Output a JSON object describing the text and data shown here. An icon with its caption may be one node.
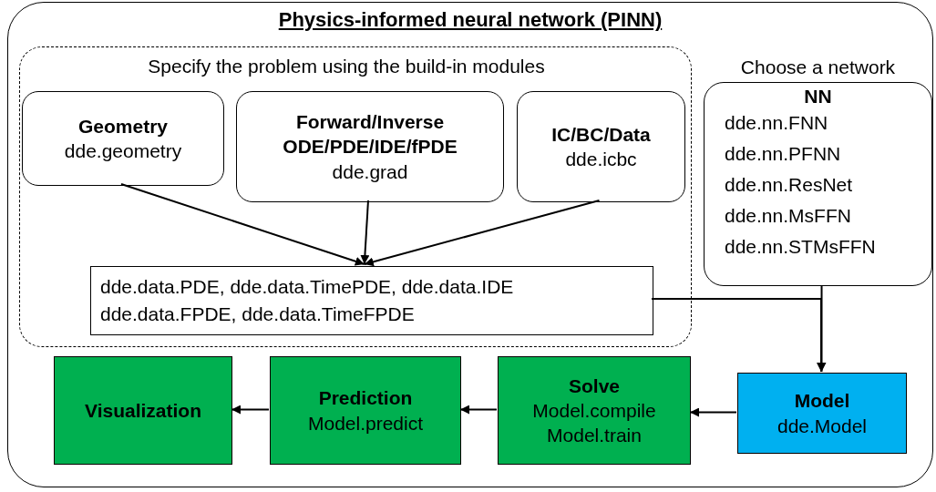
{
  "diagram": {
    "nodes": [
      {
        "text": [
          "Physics-informed neural network (PINN)"
        ]
      },
      {
        "text": [
          "Specify the problem using the build-in modules"
        ],
        "in": 0
      },
      {
        "text": [
          "Geometry",
          "dde.geometry"
        ],
        "in": 1
      },
      {
        "text": [
          "Forward/Inverse ODE/PDE/IDE/fPDE",
          "dde.grad"
        ],
        "in": 1
      },
      {
        "text": [
          "IC/BC/Data",
          "dde.icbc"
        ],
        "in": 1
      },
      {
        "text": [
          "dde.data.PDE, dde.data.TimePDE, dde.data.IDE dde.data.FPDE, dde.data.TimeFPDE"
        ],
        "in": 1
      },
      {
        "text": [
          "Choose a network",
          "NN",
          "dde.nn.FNN",
          "dde.nn.PFNN",
          "dde.nn.ResNet",
          "dde.nn.MsFFN",
          "dde.nn.STMsFFN"
        ],
        "in": 0
      },
      {
        "text": [
          "Model",
          "dde.Model"
        ],
        "in": 0
      },
      {
        "text": [
          "Solve",
          "Model.compile",
          "Model.train"
        ],
        "in": 0
      },
      {
        "text": [
          "Prediction",
          "Model.predict"
        ],
        "in": 0
      },
      {
        "text": [
          "Visualization"
        ],
        "in": 0
      }
    ],
    "edges": [
      {
        "from": 2,
        "to": 5,
        "arrow": "to"
      },
      {
        "from": 3,
        "to": 5,
        "arrow": "to"
      },
      {
        "from": 4,
        "to": 5,
        "arrow": "to"
      },
      {
        "from": 5,
        "to": 7,
        "arrow": "to"
      },
      {
        "from": 6,
        "to": 7,
        "arrow": "to"
      },
      {
        "from": 7,
        "to": 8,
        "arrow": "to"
      },
      {
        "from": 8,
        "to": 9,
        "arrow": "to"
      },
      {
        "from": 9,
        "to": 10,
        "arrow": "to"
      }
    ]
  }
}
